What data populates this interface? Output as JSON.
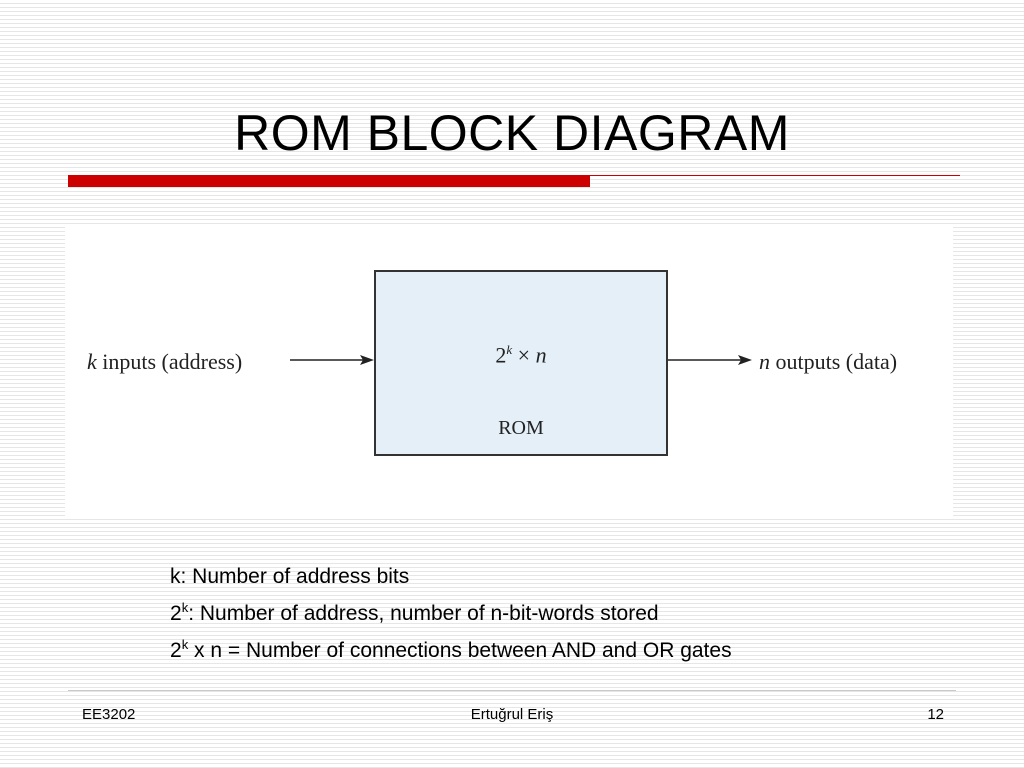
{
  "slide": {
    "title": "ROM BLOCK DIAGRAM"
  },
  "diagram": {
    "input_var": "k",
    "input_text": " inputs (address)",
    "output_var": "n",
    "output_text": " outputs (data)",
    "rom_base": "2",
    "rom_exp": "k",
    "rom_times": " × ",
    "rom_var": "n",
    "rom_label": "ROM"
  },
  "notes": [
    {
      "prefix": "k: Number of address bits"
    },
    {
      "base": "2",
      "exp": "k",
      "text": ": Number of address, number of n-bit-words stored"
    },
    {
      "base": "2",
      "exp": "k",
      "text": " x n = Number of connections between AND and OR gates"
    }
  ],
  "footer": {
    "left": "EE3202",
    "center": "Ertuğrul Eriş",
    "right": "12"
  },
  "colors": {
    "accent_red": "#cc0000",
    "rom_fill": "#e4eff8"
  }
}
